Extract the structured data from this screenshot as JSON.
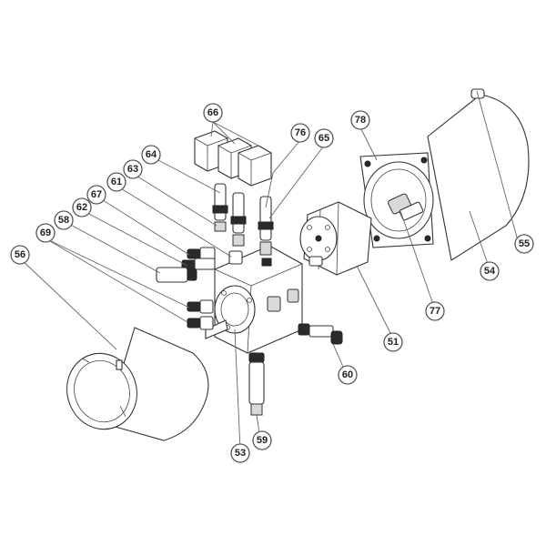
{
  "callouts": [
    {
      "id": "c66",
      "label": "66"
    },
    {
      "id": "c76",
      "label": "76"
    },
    {
      "id": "c65",
      "label": "65"
    },
    {
      "id": "c78",
      "label": "78"
    },
    {
      "id": "c64",
      "label": "64"
    },
    {
      "id": "c63",
      "label": "63"
    },
    {
      "id": "c61",
      "label": "61"
    },
    {
      "id": "c67",
      "label": "67"
    },
    {
      "id": "c62",
      "label": "62"
    },
    {
      "id": "c58",
      "label": "58"
    },
    {
      "id": "c69",
      "label": "69"
    },
    {
      "id": "c56",
      "label": "56"
    },
    {
      "id": "c55",
      "label": "55"
    },
    {
      "id": "c54",
      "label": "54"
    },
    {
      "id": "c77",
      "label": "77"
    },
    {
      "id": "c51",
      "label": "51"
    },
    {
      "id": "c60",
      "label": "60"
    },
    {
      "id": "c53",
      "label": "53"
    },
    {
      "id": "c59",
      "label": "59"
    }
  ],
  "colors": {
    "line": "#333333",
    "background": "#ffffff",
    "shade": "#d9d9d9"
  }
}
